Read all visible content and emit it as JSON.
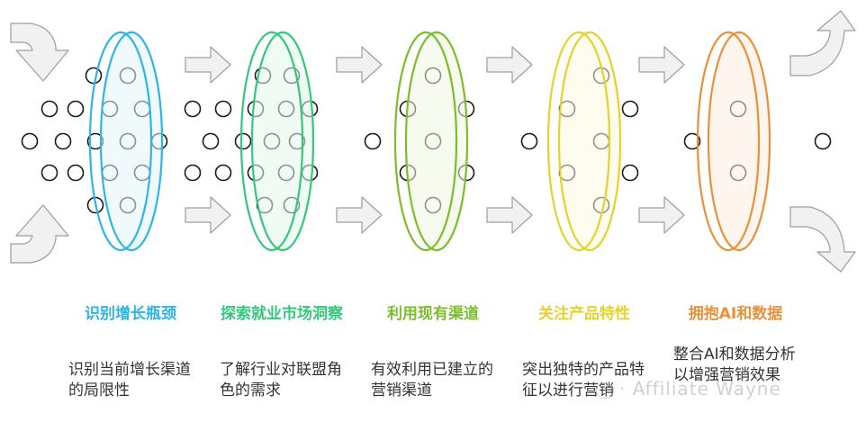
{
  "stages": [
    {
      "title": "识别增长瓶颈",
      "desc": "识别当前增长渠道的局限性",
      "color": "#2eb5e6",
      "fill": "#e4f5fc"
    },
    {
      "title": "探索就业市场洞察",
      "desc": "了解行业对联盟角色的需求",
      "color": "#35c77e",
      "fill": "#e3f7ea"
    },
    {
      "title": "利用现有渠道",
      "desc": "有效利用已建立的营销渠道",
      "color": "#7cbd2c",
      "fill": "#eef6e1"
    },
    {
      "title": "关注产品特性",
      "desc": "突出独特的产品特征以进行营销",
      "color": "#e5d22a",
      "fill": "#fcf9e0"
    },
    {
      "title": "拥抱AI和数据",
      "desc": "整合AI和数据分析以增强营销效果",
      "color": "#e8913b",
      "fill": "#fdeee0"
    }
  ],
  "watermark": "· Affiliate Wayne",
  "arrow_color": "#f1f1f1",
  "arrow_stroke": "#9e9e9e"
}
